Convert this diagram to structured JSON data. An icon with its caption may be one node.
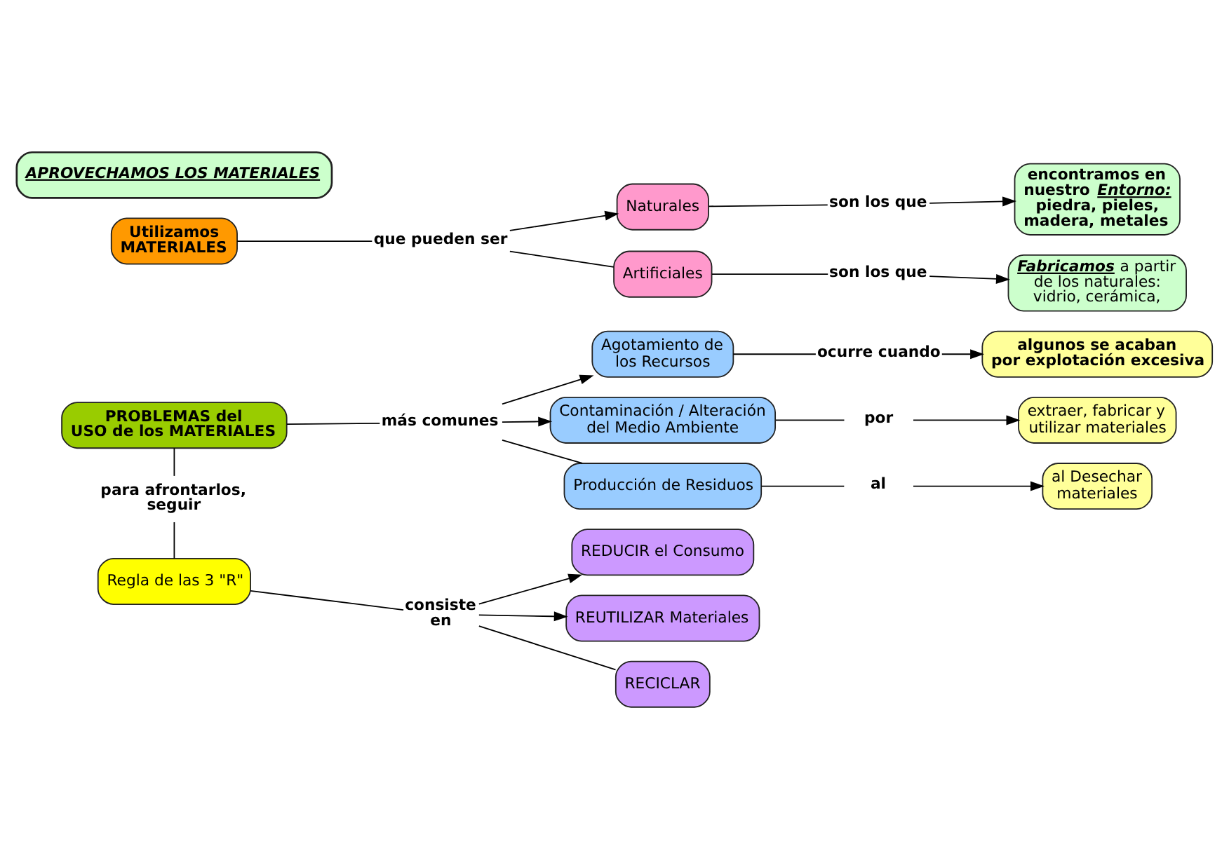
{
  "diagram": {
    "nodes": [
      {
        "text": [
          "APROVECHAMOS LOS MATERIALES"
        ]
      },
      {
        "text": [
          "Utilizamos MATERIALES"
        ]
      },
      {
        "text": [
          "que pueden ser"
        ]
      },
      {
        "text": [
          "Naturales"
        ]
      },
      {
        "text": [
          "Artificiales"
        ]
      },
      {
        "text": [
          "son los que"
        ]
      },
      {
        "text": [
          "encontramos en nuestro *Entorno:* piedra, pieles, madera, metales"
        ]
      },
      {
        "text": [
          "son los que"
        ]
      },
      {
        "text": [
          "*Fabricamos* a partir de los naturales: vidrio, cerámica,"
        ]
      },
      {
        "text": [
          "PROBLEMAS del USO de los MATERIALES"
        ]
      },
      {
        "text": [
          "más comunes"
        ]
      },
      {
        "text": [
          "Agotamiento de los Recursos"
        ]
      },
      {
        "text": [
          "Contaminación / Alteración del Medio Ambiente"
        ]
      },
      {
        "text": [
          "Producción de Residuos"
        ]
      },
      {
        "text": [
          "ocurre cuando"
        ]
      },
      {
        "text": [
          "algunos se acaban por explotación excesiva"
        ]
      },
      {
        "text": [
          "por"
        ]
      },
      {
        "text": [
          "extraer, fabricar y utilizar materiales"
        ]
      },
      {
        "text": [
          "al"
        ]
      },
      {
        "text": [
          "al Desechar materiales"
        ]
      },
      {
        "text": [
          "para afrontarlos, seguir"
        ]
      },
      {
        "text": [
          "Regla de las 3 \"R\""
        ]
      },
      {
        "text": [
          "consiste en"
        ]
      },
      {
        "text": [
          "REDUCIR el Consumo"
        ]
      },
      {
        "text": [
          "REUTILIZAR Materiales"
        ]
      },
      {
        "text": [
          "RECICLAR"
        ]
      }
    ],
    "edges": [
      {
        "from": 1,
        "to": 2,
        "arrow": "none"
      },
      {
        "from": 2,
        "to": 3,
        "arrow": "to"
      },
      {
        "from": 2,
        "to": 4,
        "arrow": "none"
      },
      {
        "from": 3,
        "to": 5,
        "arrow": "none"
      },
      {
        "from": 5,
        "to": 6,
        "arrow": "to"
      },
      {
        "from": 4,
        "to": 7,
        "arrow": "none"
      },
      {
        "from": 7,
        "to": 8,
        "arrow": "to"
      },
      {
        "from": 9,
        "to": 10,
        "arrow": "none"
      },
      {
        "from": 10,
        "to": 11,
        "arrow": "to"
      },
      {
        "from": 10,
        "to": 12,
        "arrow": "to"
      },
      {
        "from": 10,
        "to": 13,
        "arrow": "none"
      },
      {
        "from": 11,
        "to": 14,
        "arrow": "none"
      },
      {
        "from": 14,
        "to": 15,
        "arrow": "to"
      },
      {
        "from": 12,
        "to": 16,
        "arrow": "none"
      },
      {
        "from": 16,
        "to": 17,
        "arrow": "to"
      },
      {
        "from": 13,
        "to": 18,
        "arrow": "none"
      },
      {
        "from": 18,
        "to": 19,
        "arrow": "to"
      },
      {
        "from": 9,
        "to": 20,
        "arrow": "none"
      },
      {
        "from": 20,
        "to": 21,
        "arrow": "none"
      },
      {
        "from": 21,
        "to": 22,
        "arrow": "none"
      },
      {
        "from": 22,
        "to": 23,
        "arrow": "to"
      },
      {
        "from": 22,
        "to": 24,
        "arrow": "to"
      },
      {
        "from": 22,
        "to": 25,
        "arrow": "none"
      }
    ]
  }
}
